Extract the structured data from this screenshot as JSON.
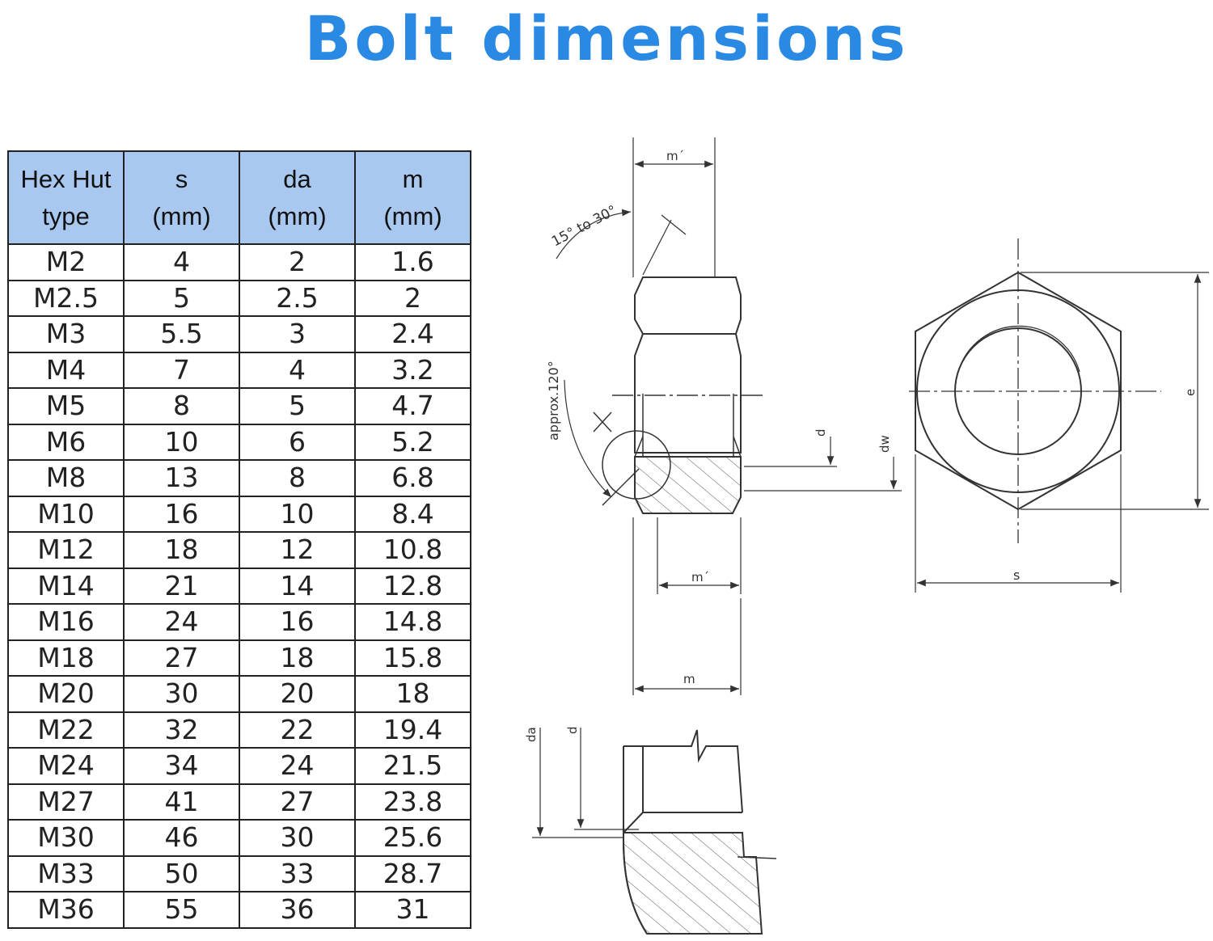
{
  "title": "Bolt dimensions",
  "colors": {
    "title": "#2a8ae3",
    "header_bg": "#a9c8ef"
  },
  "table": {
    "headers": [
      [
        "Hex Hut",
        "type"
      ],
      [
        "s",
        "(mm)"
      ],
      [
        "da",
        "(mm)"
      ],
      [
        "m",
        "(mm)"
      ]
    ],
    "rows": [
      [
        "M2",
        "4",
        "2",
        "1.6"
      ],
      [
        "M2.5",
        "5",
        "2.5",
        "2"
      ],
      [
        "M3",
        "5.5",
        "3",
        "2.4"
      ],
      [
        "M4",
        "7",
        "4",
        "3.2"
      ],
      [
        "M5",
        "8",
        "5",
        "4.7"
      ],
      [
        "M6",
        "10",
        "6",
        "5.2"
      ],
      [
        "M8",
        "13",
        "8",
        "6.8"
      ],
      [
        "M10",
        "16",
        "10",
        "8.4"
      ],
      [
        "M12",
        "18",
        "12",
        "10.8"
      ],
      [
        "M14",
        "21",
        "14",
        "12.8"
      ],
      [
        "M16",
        "24",
        "16",
        "14.8"
      ],
      [
        "M18",
        "27",
        "18",
        "15.8"
      ],
      [
        "M20",
        "30",
        "20",
        "18"
      ],
      [
        "M22",
        "32",
        "22",
        "19.4"
      ],
      [
        "M24",
        "34",
        "24",
        "21.5"
      ],
      [
        "M27",
        "41",
        "27",
        "23.8"
      ],
      [
        "M30",
        "46",
        "30",
        "25.6"
      ],
      [
        "M33",
        "50",
        "33",
        "28.7"
      ],
      [
        "M36",
        "55",
        "36",
        "31"
      ]
    ]
  },
  "drawing": {
    "angle_label": "15° to 30°",
    "approx_label": "approx.120°",
    "m_prime_label": "m´",
    "m_label": "m",
    "d_label": "d",
    "dw_label": "dw",
    "e_label": "e",
    "s_label": "s",
    "da_label": "da"
  }
}
